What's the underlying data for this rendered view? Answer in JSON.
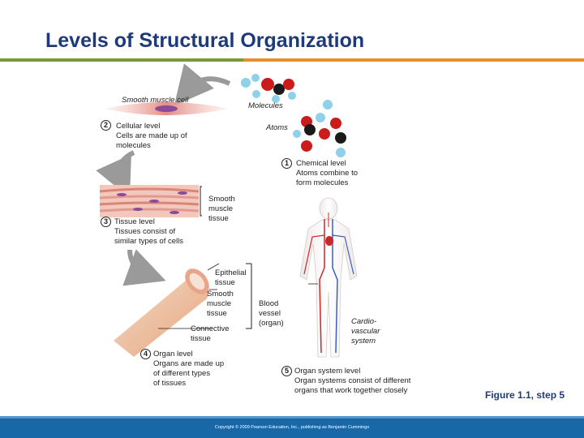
{
  "title": "Levels of Structural Organization",
  "figure_caption": "Figure 1.1, step 5",
  "labels": {
    "smooth_muscle_cell": "Smooth muscle cell",
    "molecules": "Molecules",
    "atoms": "Atoms",
    "cellular_level": "Cellular level\nCells are made up of\nmolecules",
    "chemical_level": "Chemical level\nAtoms combine to\nform molecules",
    "smooth_muscle_tissue": "Smooth\nmuscle\ntissue",
    "tissue_level": "Tissue level\nTissues consist of\nsimilar types of cells",
    "epithelial_tissue": "Epithelial\ntissue",
    "smooth_muscle_tissue_2": "Smooth\nmuscle\ntissue",
    "connective_tissue": "Connective\ntissue",
    "organ_level": "Organ level\nOrgans are made up\nof different types\nof tissues",
    "blood_vessel": "Blood\nvessel\n(organ)",
    "cardiovascular_system": "Cardio-\nvascular\nsystem",
    "organ_system_level": "Organ system level\nOrgan systems consist of different\norgans that work together closely"
  },
  "steps": {
    "s1": "1",
    "s2": "2",
    "s3": "3",
    "s4": "4",
    "s5": "5"
  },
  "copyright": "Copyright © 2009 Pearson Education, Inc., publishing as Benjamin Cummings",
  "colors": {
    "title": "#1f3a7a",
    "rule_green": "#7a9a3a",
    "rule_orange": "#e3912a",
    "footer": "#1868a8",
    "atom_red": "#cc1b1b",
    "atom_blue": "#8fd0ea",
    "atom_black": "#1a1a1a",
    "muscle_pink": "#e89a8a",
    "vessel_red": "#c8282a",
    "vessel_blue": "#3a5fb8"
  }
}
